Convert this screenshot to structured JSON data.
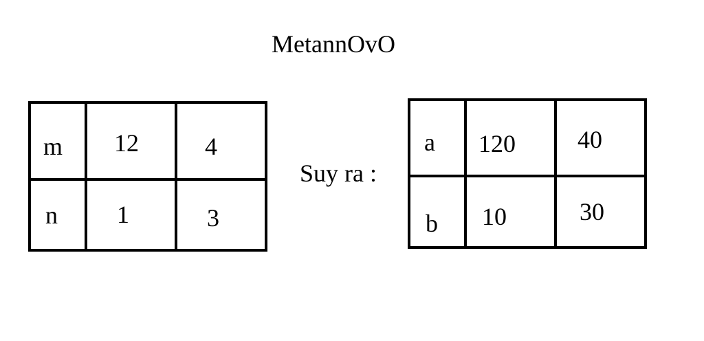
{
  "title": "MetannOvO",
  "connector": "Suy ra :",
  "left_table": {
    "rows": [
      {
        "label": "m",
        "values": [
          "12",
          "4"
        ]
      },
      {
        "label": "n",
        "values": [
          "1",
          "3"
        ]
      }
    ]
  },
  "right_table": {
    "rows": [
      {
        "label": "a",
        "values": [
          "120",
          "40"
        ]
      },
      {
        "label": "b",
        "values": [
          "10",
          "30"
        ]
      }
    ]
  }
}
